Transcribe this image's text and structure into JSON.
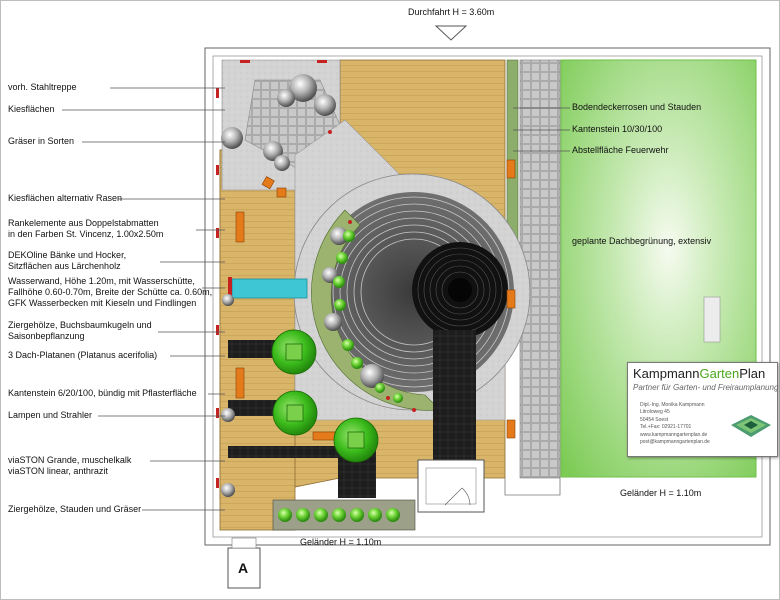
{
  "header": {
    "entrance": "Durchfahrt H = 3.60m"
  },
  "left_labels": [
    "vorh. Stahltreppe",
    "Kiesflächen",
    "Gräser in Sorten",
    "Kiesflächen alternativ Rasen",
    "Rankelemente aus Doppelstabmatten\nin den Farben St. Vincenz, 1.00x2.50m",
    "DEKOline Bänke und Hocker,\nSitzflächen aus Lärchenholz",
    "Wasserwand, Höhe 1.20m, mit Wasserschütte,\nFallhöhe 0.60-0.70m, Breite der Schütte ca. 0.60m,\nGFK Wasserbecken mit Kieseln und Findlingen",
    "Ziergehölze, Buchsbaumkugeln und\nSaisonbepflanzung",
    "3 Dach-Platanen (Platanus acerifolia)",
    "Kantenstein 6/20/100, bündig mit Pflasterfläche",
    "Lampen und Strahler",
    "viaSTON Grande, muschelkalk\nviaSTON linear, anthrazit",
    "Ziergehölze, Stauden und Gräser"
  ],
  "right_labels": [
    "Bodendeckerrosen und Stauden",
    "Kantenstein 10/30/100",
    "Abstellfläche Feuerwehr"
  ],
  "roof_label": "geplante Dachbegrünung, extensiv",
  "railing_right": "Geländer H = 1.10m",
  "railing_bottom": "Geländer H = 1.10m",
  "marker": "A",
  "brand": {
    "name_a": "Kampmann",
    "name_b": "Garten",
    "name_c": "Plan",
    "tagline": "Partner für Garten- und Freiraumplanung",
    "contact": "Dipl.-Ing. Monika Kampmann\nLitroloweg 45\n50454 Soest\nTel.+Fax: 02921-17701\nwww.kampmanngartenplan.de\npost@kampmanngartenplan.de"
  },
  "colors": {
    "wood": "#d9b56a",
    "gravel": "#d0d0d0",
    "green_roof": "#8fd16e",
    "paving_dark": "#1e1e1e",
    "tree": "#39b81a",
    "water": "#3fc6d4",
    "bench": "#e57a1a"
  }
}
